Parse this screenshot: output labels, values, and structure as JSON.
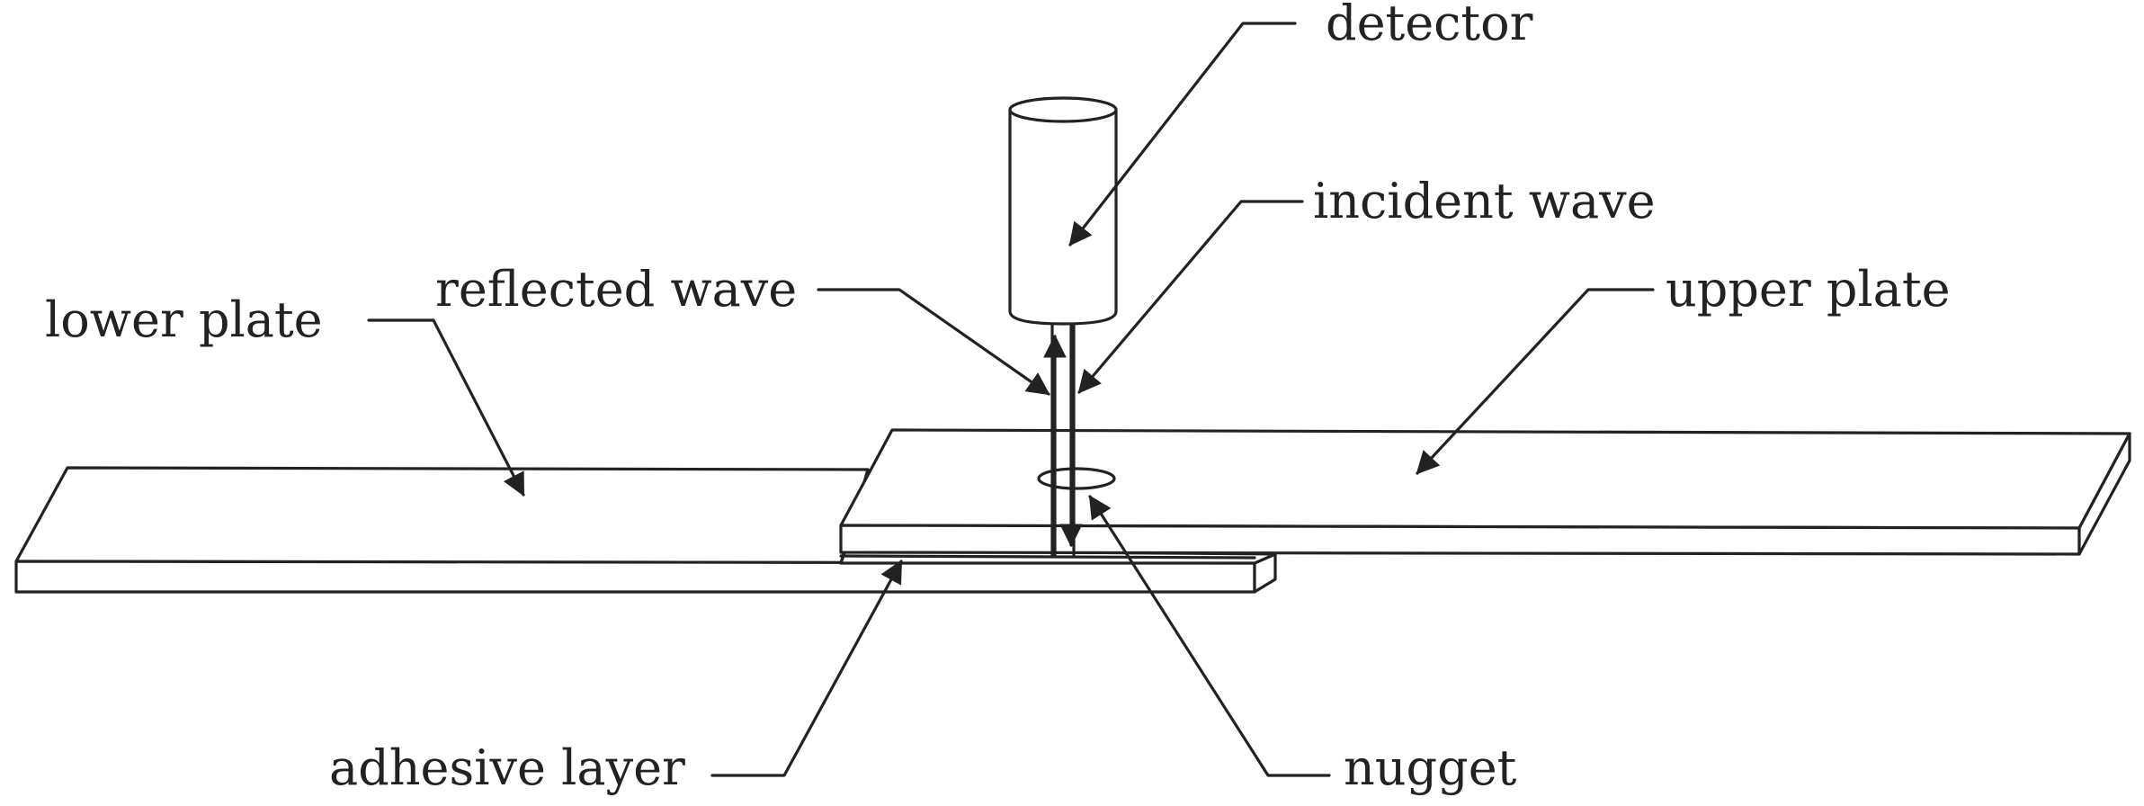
{
  "labels": {
    "detector": "detector",
    "incident_wave": "incident wave",
    "reflected_wave": "reflected wave",
    "lower_plate": "lower plate",
    "upper_plate": "upper plate",
    "adhesive_layer": "adhesive layer",
    "nugget": "nugget"
  },
  "colors": {
    "line": "#222222",
    "background": "#ffffff"
  }
}
